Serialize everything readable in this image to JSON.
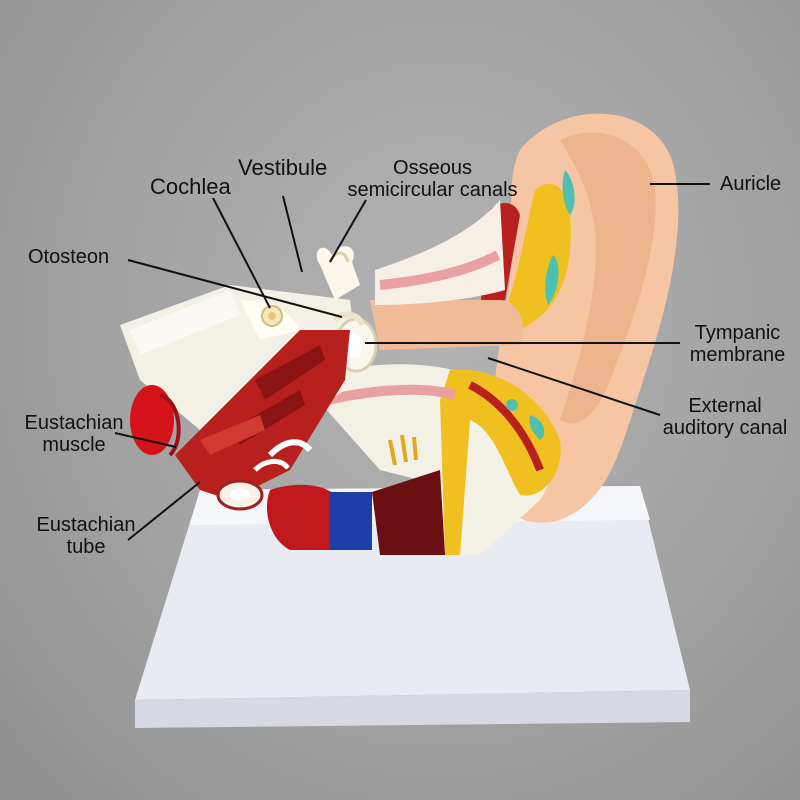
{
  "labels": {
    "cochlea": "Cochlea",
    "vestibule": "Vestibule",
    "osseous_line1": "Osseous",
    "osseous_line2": "semicircular canals",
    "auricle": "Auricle",
    "otosteon": "Otosteon",
    "tympanic_line1": "Tympanic",
    "tympanic_line2": "membrane",
    "external_line1": "External",
    "external_line2": "auditory canal",
    "eust_muscle_line1": "Eustachian",
    "eust_muscle_line2": "muscle",
    "eust_tube_line1": "Eustachian",
    "eust_tube_line2": "tube"
  },
  "colors": {
    "background": "#a6a6a6",
    "base_stand": "#eef0f6",
    "auricle_skin": "#f6c6a4",
    "bone": "#f3f0e6",
    "muscle_red": "#b8201e",
    "yellow_tissue": "#f0c020",
    "blue_vessel": "#1f3fa8",
    "leader_line": "#111111"
  }
}
